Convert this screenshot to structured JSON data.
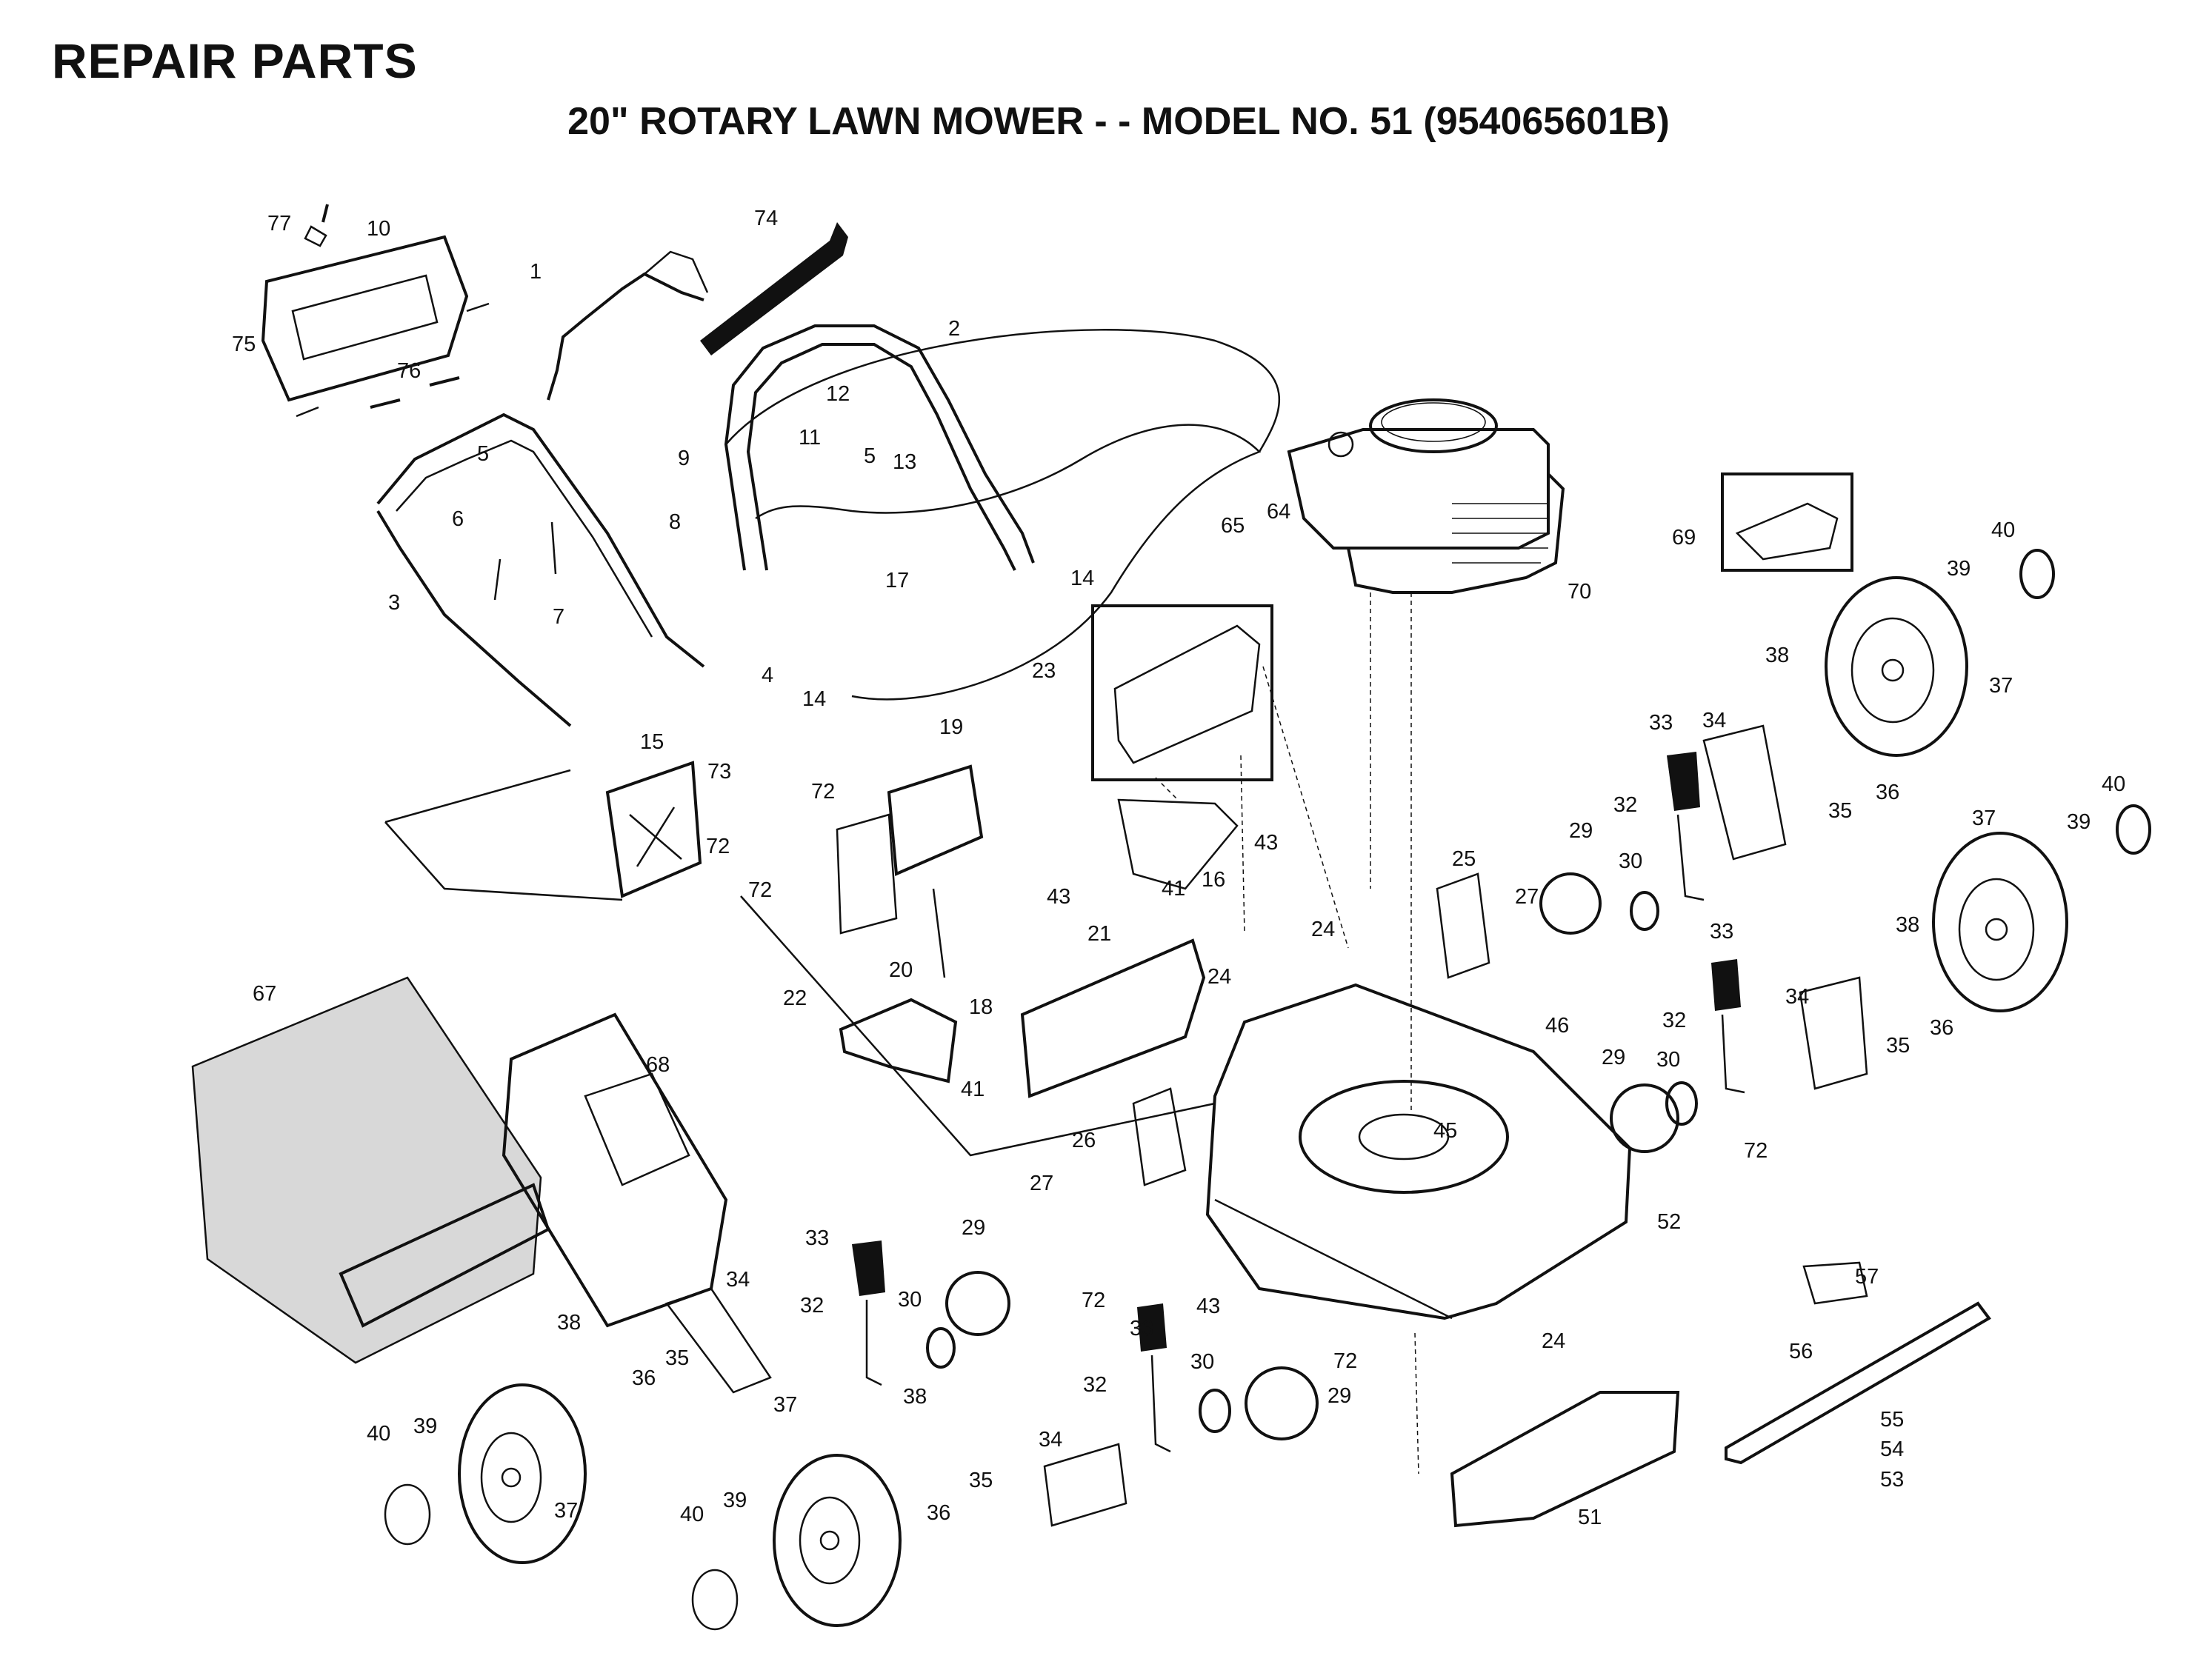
{
  "header": {
    "title": "REPAIR PARTS",
    "subtitle": "20\" ROTARY LAWN MOWER - - MODEL NO. 51 (954065601B)"
  },
  "diagram": {
    "callouts": [
      {
        "id": "c77",
        "label": "77"
      },
      {
        "id": "c10",
        "label": "10"
      },
      {
        "id": "c75",
        "label": "75"
      },
      {
        "id": "c76",
        "label": "76"
      },
      {
        "id": "c1",
        "label": "1"
      },
      {
        "id": "c74",
        "label": "74"
      },
      {
        "id": "c2",
        "label": "2"
      },
      {
        "id": "c12",
        "label": "12"
      },
      {
        "id": "c13",
        "label": "13"
      },
      {
        "id": "c11",
        "label": "11"
      },
      {
        "id": "c5a",
        "label": "5"
      },
      {
        "id": "c5b",
        "label": "5"
      },
      {
        "id": "c6",
        "label": "6"
      },
      {
        "id": "c9",
        "label": "9"
      },
      {
        "id": "c8",
        "label": "8"
      },
      {
        "id": "c7",
        "label": "7"
      },
      {
        "id": "c3",
        "label": "3"
      },
      {
        "id": "c17",
        "label": "17"
      },
      {
        "id": "c4",
        "label": "4"
      },
      {
        "id": "c14a",
        "label": "14"
      },
      {
        "id": "c14b",
        "label": "14"
      },
      {
        "id": "c15",
        "label": "15"
      },
      {
        "id": "c65",
        "label": "65"
      },
      {
        "id": "c64",
        "label": "64"
      },
      {
        "id": "c70",
        "label": "70"
      },
      {
        "id": "c69",
        "label": "69"
      },
      {
        "id": "c40a",
        "label": "40"
      },
      {
        "id": "c39a",
        "label": "39"
      },
      {
        "id": "c37a",
        "label": "37"
      },
      {
        "id": "c38a",
        "label": "38"
      },
      {
        "id": "c23",
        "label": "23"
      },
      {
        "id": "c19",
        "label": "19"
      },
      {
        "id": "c73",
        "label": "73"
      },
      {
        "id": "c72a",
        "label": "72"
      },
      {
        "id": "c72b",
        "label": "72"
      },
      {
        "id": "c72c",
        "label": "72"
      },
      {
        "id": "c43a",
        "label": "43"
      },
      {
        "id": "c43b",
        "label": "43"
      },
      {
        "id": "c16",
        "label": "16"
      },
      {
        "id": "c41a",
        "label": "41"
      },
      {
        "id": "c33a",
        "label": "33"
      },
      {
        "id": "c34a",
        "label": "34"
      },
      {
        "id": "c32a",
        "label": "32"
      },
      {
        "id": "c35a",
        "label": "35"
      },
      {
        "id": "c36a",
        "label": "36"
      },
      {
        "id": "c37b",
        "label": "37"
      },
      {
        "id": "c40b",
        "label": "40"
      },
      {
        "id": "c39b",
        "label": "39"
      },
      {
        "id": "c25",
        "label": "25"
      },
      {
        "id": "c29a",
        "label": "29"
      },
      {
        "id": "c30a",
        "label": "30"
      },
      {
        "id": "c27a",
        "label": "27"
      },
      {
        "id": "c24a",
        "label": "24"
      },
      {
        "id": "c20",
        "label": "20"
      },
      {
        "id": "c21",
        "label": "21"
      },
      {
        "id": "c24b",
        "label": "24"
      },
      {
        "id": "c46",
        "label": "46"
      },
      {
        "id": "c33b",
        "label": "33"
      },
      {
        "id": "c38b",
        "label": "38"
      },
      {
        "id": "c34b",
        "label": "34"
      },
      {
        "id": "c32b",
        "label": "32"
      },
      {
        "id": "c29b",
        "label": "29"
      },
      {
        "id": "c30b",
        "label": "30"
      },
      {
        "id": "c35b",
        "label": "35"
      },
      {
        "id": "c36b",
        "label": "36"
      },
      {
        "id": "c67",
        "label": "67"
      },
      {
        "id": "c22",
        "label": "22"
      },
      {
        "id": "c18",
        "label": "18"
      },
      {
        "id": "c41b",
        "label": "41"
      },
      {
        "id": "c68",
        "label": "68"
      },
      {
        "id": "c26",
        "label": "26"
      },
      {
        "id": "c45",
        "label": "45"
      },
      {
        "id": "c72d",
        "label": "72"
      },
      {
        "id": "c27b",
        "label": "27"
      },
      {
        "id": "c52",
        "label": "52"
      },
      {
        "id": "c33c",
        "label": "33"
      },
      {
        "id": "c29c",
        "label": "29"
      },
      {
        "id": "c32c",
        "label": "32"
      },
      {
        "id": "c30c",
        "label": "30"
      },
      {
        "id": "c34c",
        "label": "34"
      },
      {
        "id": "c72e",
        "label": "72"
      },
      {
        "id": "c43c",
        "label": "43"
      },
      {
        "id": "c33d",
        "label": "33"
      },
      {
        "id": "c24c",
        "label": "24"
      },
      {
        "id": "c57",
        "label": "57"
      },
      {
        "id": "c38c",
        "label": "38"
      },
      {
        "id": "c36c",
        "label": "36"
      },
      {
        "id": "c35c",
        "label": "35"
      },
      {
        "id": "c30d",
        "label": "30"
      },
      {
        "id": "c29d",
        "label": "29"
      },
      {
        "id": "c72f",
        "label": "72"
      },
      {
        "id": "c56",
        "label": "56"
      },
      {
        "id": "c32d",
        "label": "32"
      },
      {
        "id": "c40c",
        "label": "40"
      },
      {
        "id": "c39c",
        "label": "39"
      },
      {
        "id": "c37c",
        "label": "37"
      },
      {
        "id": "c38d",
        "label": "38"
      },
      {
        "id": "c55",
        "label": "55"
      },
      {
        "id": "c34d",
        "label": "34"
      },
      {
        "id": "c54",
        "label": "54"
      },
      {
        "id": "c53",
        "label": "53"
      },
      {
        "id": "c51",
        "label": "51"
      },
      {
        "id": "c37d",
        "label": "37"
      },
      {
        "id": "c35d",
        "label": "35"
      },
      {
        "id": "c40d",
        "label": "40"
      },
      {
        "id": "c39d",
        "label": "39"
      },
      {
        "id": "c36d",
        "label": "36"
      }
    ]
  }
}
